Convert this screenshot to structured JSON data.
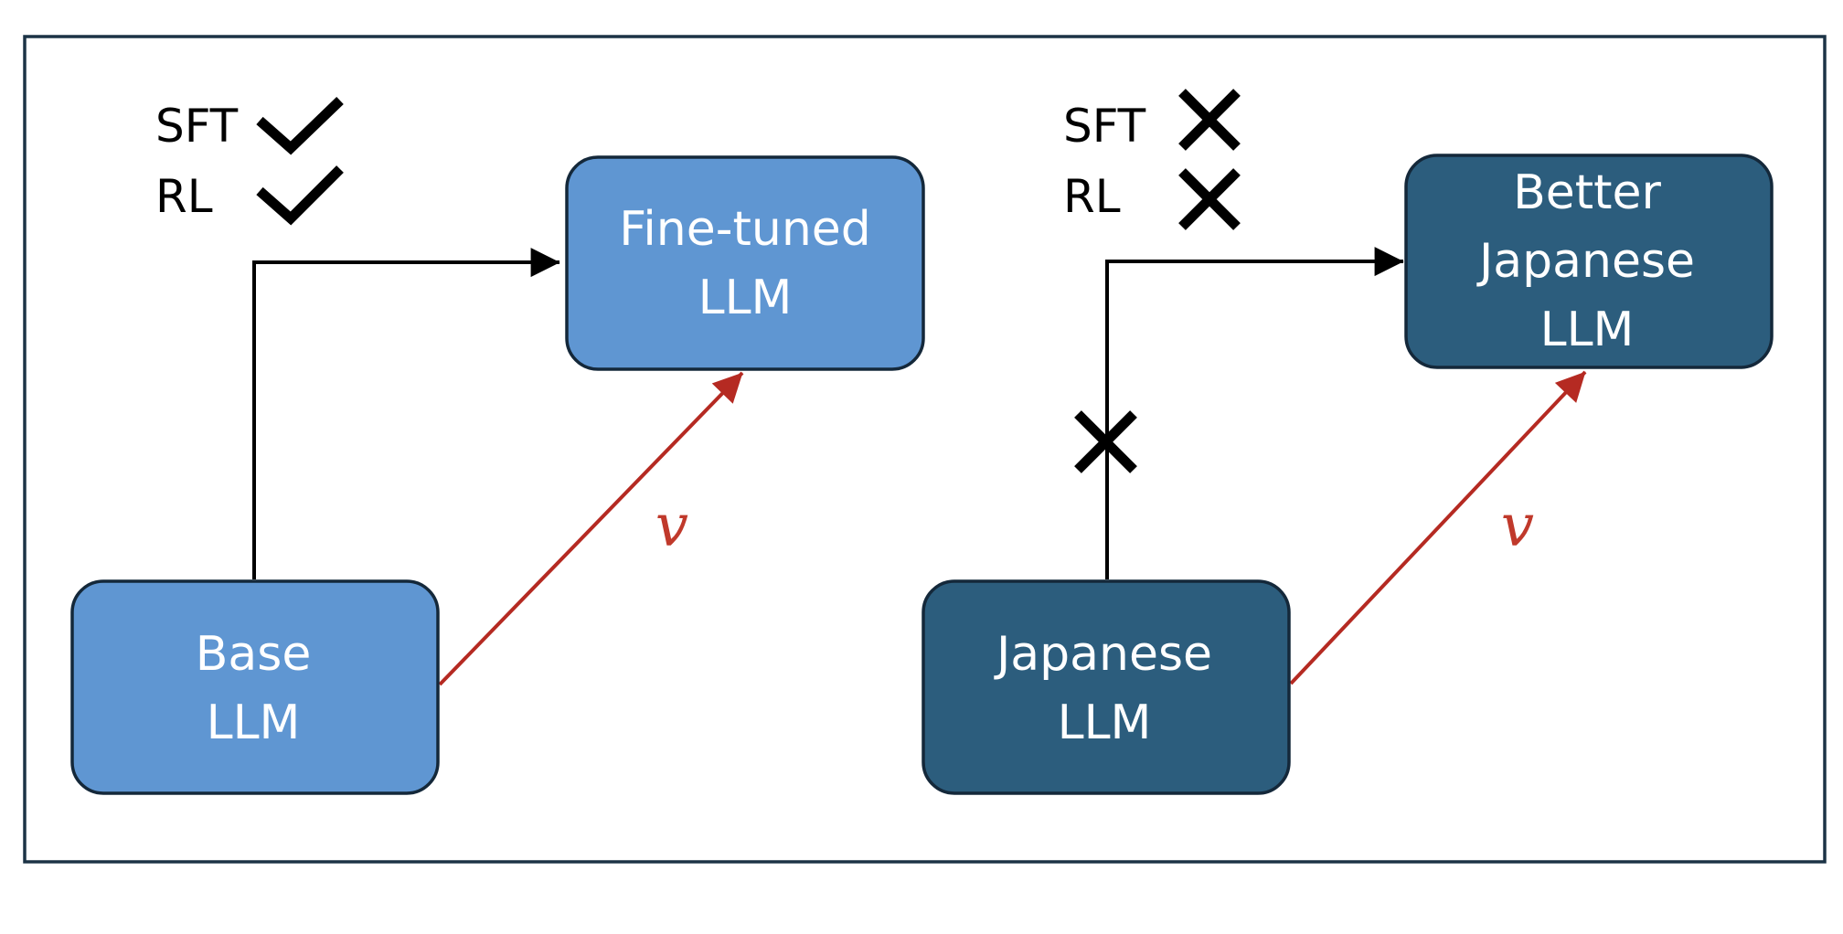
{
  "left_panel": {
    "legend": {
      "sft_label": "SFT",
      "rl_label": "RL",
      "sft_status_icon": "check-icon",
      "rl_status_icon": "check-icon"
    },
    "base_box": {
      "line1": "Base",
      "line2": "LLM"
    },
    "target_box": {
      "line1": "Fine-tuned",
      "line2": "LLM"
    },
    "vector_label": "v"
  },
  "right_panel": {
    "legend": {
      "sft_label": "SFT",
      "rl_label": "RL",
      "sft_status_icon": "cross-icon",
      "rl_status_icon": "cross-icon"
    },
    "base_box": {
      "line1": "Japanese",
      "line2": "LLM"
    },
    "target_box": {
      "line1": "Better",
      "line2": "Japanese",
      "line3": "LLM"
    },
    "blocked_path_icon": "cross-icon",
    "vector_label": "v"
  },
  "colors": {
    "light_box": "#5f96d2",
    "dark_box": "#2c5d7d",
    "box_border": "#14283a",
    "vector_arrow": "#b52a22",
    "vector_label": "#c0392b",
    "frame_border": "#1c3346"
  }
}
